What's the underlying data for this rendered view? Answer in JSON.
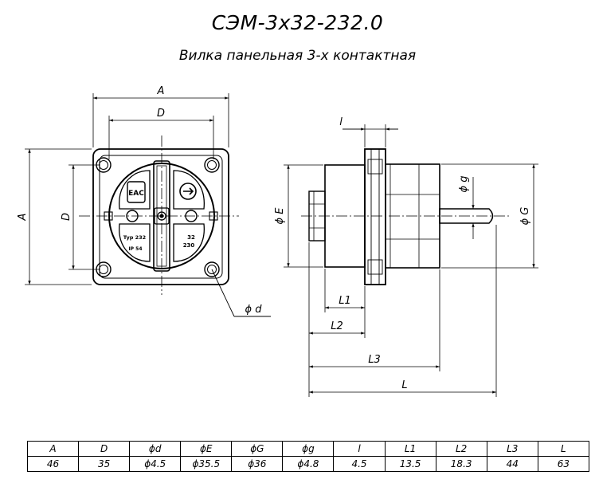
{
  "title": "СЭМ-3х32-232.0",
  "subtitle": "Вилка панельная 3-х контактная",
  "front_view": {
    "dim_A_top": "A",
    "dim_D_top": "D",
    "dim_A_left": "A",
    "dim_D_left": "D",
    "dim_d": "ϕ d",
    "marks": {
      "eac": "EAC",
      "type": "Typ 232",
      "ip": "IP 54",
      "rating_top": "32",
      "rating_bottom": "230"
    }
  },
  "side_view": {
    "dim_l_small": "l",
    "dim_g": "ϕ g",
    "dim_E": "ϕ E",
    "dim_G": "ϕ G",
    "dim_L1": "L1",
    "dim_L2": "L2",
    "dim_L3": "L3",
    "dim_L": "L"
  },
  "table": {
    "headers": [
      "A",
      "D",
      "ϕd",
      "ϕE",
      "ϕG",
      "ϕg",
      "l",
      "L1",
      "L2",
      "L3",
      "L"
    ],
    "values": [
      "46",
      "35",
      "ϕ4.5",
      "ϕ35.5",
      "ϕ36",
      "ϕ4.8",
      "4.5",
      "13.5",
      "18.3",
      "44",
      "63"
    ]
  }
}
